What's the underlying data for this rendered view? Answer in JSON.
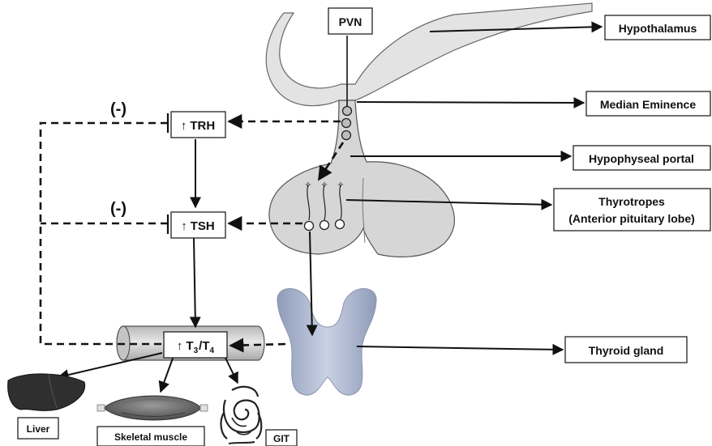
{
  "anatomy": {
    "pvn": "PVN",
    "hypothalamus": "Hypothalamus",
    "median_eminence": "Median Eminence",
    "hypophyseal_portal": "Hypophyseal portal",
    "thyrotropes_line1": "Thyrotropes",
    "thyrotropes_line2": "(Anterior pituitary lobe)",
    "thyroid_gland": "Thyroid gland"
  },
  "hormones": {
    "trh_arrow": "↑",
    "trh": "TRH",
    "tsh_arrow": "↑",
    "tsh": "TSH",
    "t_arrow": "↑",
    "t3_base": "T",
    "t3_sub": "3",
    "slash": "/",
    "t4_base": "T",
    "t4_sub": "4"
  },
  "feedback": {
    "trh_sign": "(-)",
    "tsh_sign": "(-)"
  },
  "targets": {
    "liver": "Liver",
    "skeletal_muscle": "Skeletal muscle",
    "git": "GIT"
  }
}
